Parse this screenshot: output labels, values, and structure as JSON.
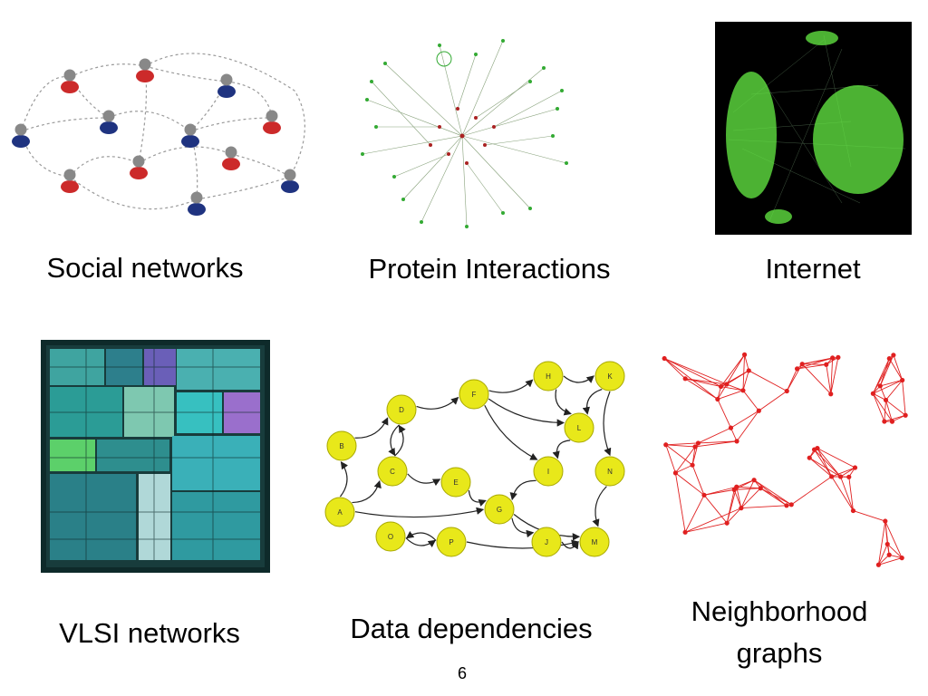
{
  "figures": [
    {
      "id": "social",
      "caption": "Social networks"
    },
    {
      "id": "protein",
      "caption": "Protein Interactions"
    },
    {
      "id": "internet",
      "caption": "Internet"
    },
    {
      "id": "vlsi",
      "caption": "VLSI networks"
    },
    {
      "id": "data",
      "caption": "Data dependencies"
    },
    {
      "id": "neighborhood",
      "caption": "Neighborhood graphs"
    }
  ],
  "data_dependency_nodes": [
    "A",
    "B",
    "C",
    "D",
    "E",
    "F",
    "G",
    "H",
    "I",
    "J",
    "K",
    "L",
    "M",
    "N",
    "O",
    "P"
  ],
  "page_number": "6",
  "colors": {
    "social_red": "#cc2a2a",
    "social_blue": "#1f3380",
    "protein_green": "#33aa33",
    "internet_green": "#66ee44",
    "node_yellow": "#e8e81a",
    "neighborhood_red": "#e02020"
  }
}
